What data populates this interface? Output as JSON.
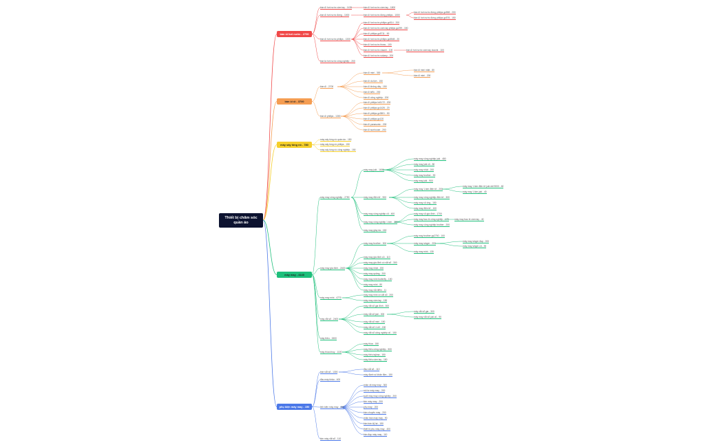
{
  "root": "Thiết bị chăm sóc quần áo",
  "colors": {
    "c1": "#f04848",
    "c2": "#f59d52",
    "c3": "#f5cf2a",
    "c4": "#1ebf7b",
    "c5": "#4b78e8"
  },
  "categories": [
    {
      "label": "bàn ủi hơi nước - 2790",
      "color": "#f04848",
      "text_color": "#ffffff"
    },
    {
      "label": "bàn ủi ủi - 3700",
      "color": "#f59d52",
      "text_color": "#222222"
    },
    {
      "label": "máy sấy tóng nồ - 780",
      "color": "#f5cf2a",
      "text_color": "#222222"
    },
    {
      "label": "máy may - 4140",
      "color": "#1ebf7b",
      "text_color": "#222222"
    },
    {
      "label": "phụ kiện máy may - 150",
      "color": "#4b78e8",
      "text_color": "#ffffff"
    }
  ],
  "red_nodes": [
    "bàn ủi hơi nước cầm tay - 1430",
    "bàn ủi hơi nước cầm tay - 1800",
    "bàn ủi hơi nước đứng - 1000",
    "bàn ủi hơi nước đứng philips - 1000",
    "bàn ủi hơi nước đứng philips gc558 - 200",
    "bàn ủi hơi nước đứng philips gc576 - 150",
    "bàn ủi hơi nước philips - 1330",
    "bàn ủi hơi nước philips gc514 - 200",
    "bàn ủi hơi nước cầm tay philips gc299 - 150",
    "bàn ủi philips gc8711 - 90",
    "bàn ủi hơi nước philips gc8545 - 20",
    "bàn ủi hơi nước tiross - 100",
    "bàn ủi hơi nước xiaomi - 100",
    "bàn ủi hơi nước cầm tay xiaomi - 100",
    "bàn ủi hơi nước sokany - 200",
    "bàn là hơi nước công nghiệp - 200"
  ],
  "orange_nodes": [
    "bàn ủi - 2700",
    "bàn ủi mini - 300",
    "bàn ủi mini nhật - 80",
    "bàn ủi mini - 200",
    "bàn ủi du lịch - 150",
    "bàn ủi không dây - 150",
    "bàn ủi kiểu - 200",
    "bàn ủi công nghiệp - 200",
    "bàn ủi philips - 1300",
    "bàn ủi philips hd1172 - 200",
    "bàn ủi philips gc1426 - 20",
    "bàn ủi philips gc3801 - 50",
    "bàn ủi philips gc120",
    "bàn ủi panasonic - 200",
    "bàn ủi sunhouse - 200"
  ],
  "yellow_nodes": [
    "máy sấy tóng nồ quần áo - 150",
    "máy sấy tóng nồ philips - 150",
    "máy sấy tóng nồ công nghiệp - 150"
  ],
  "green_nodes": [
    "máy may công nghiệp - 2750",
    "máy may juki - 1600",
    "máy may công nghiệp juki - 480",
    "máy may juki cũ - 80",
    "máy may nhật - 200",
    "máy may brother - 90",
    "máy may juki - 900",
    "máy may điện tử - 900",
    "máy may 1 kim điện tử - 200",
    "máy may 1 kim điện tử juki ddl 9000 - 60",
    "máy may 1 kim juki - 40",
    "máy may công nghiệp điện tử - 300",
    "máy may cũ ống - 150",
    "máy may điện tử - 100",
    "máy may công nghiệp cũ - 400",
    "máy may cũ gia đình - 1700",
    "máy may bao bì công nghiệp - 170",
    "máy may bao bì cầm tay - 40",
    "máy may công nghiệp brother - 200",
    "máy may công nghiệp 1 kim - 200",
    "máy may giày da - 150",
    "máy may gia đình - 2400",
    "máy may brother - 300",
    "máy may brother gs2700 - 100",
    "máy may singer - 200",
    "máy may singer đạp - 200",
    "máy may singer cũ - 90",
    "máy may mini - 130",
    "máy may gia đình cũ - 110",
    "máy may gia đình có vắt sổ - 300",
    "máy may nhật - 200",
    "máy may quảng - 200",
    "máy may mini butterfly - 150",
    "máy may mini - 80",
    "máy may vắt điểm - 11",
    "máy may mini - 4770",
    "máy may mini có vắt sổ - 200",
    "máy may cầm tay - 150",
    "máy vắt sổ - 2400",
    "máy vắt sổ gia đình - 300",
    "máy vắt sổ juki - 300",
    "máy vắt sổ gia - 300",
    "máy may vắt sổ juki cũ - 90",
    "máy vắt sổ mini - 150",
    "máy vắt sổ 4 chỉ - 150",
    "máy vắt sổ công nghiệp cũ - 150",
    "máy thêu - 1500",
    "máy thùa khuy - 1100",
    "máy thùa - 150",
    "máy thêu công nghiệp - 500",
    "máy thêu tajima - 150",
    "máy thêu cầm tay - 150"
  ],
  "blue_nodes": [
    "bàn vắt sổ - 1300",
    "đầu vắt sổ - 110",
    "máy đánh số khăn tắm - 150",
    "đầu máy khâu - 400",
    "linh kiện máy may - 400",
    "chân vịt máy may - 300",
    "mô tơ máy may - 200",
    "suốt máy may công nghiệp - 200",
    "kim máy may - 200",
    "phụ máy - 200",
    "bàn chuyên may - 200",
    "chân bàn máy may - 90",
    "bàn bàn kỹ lại - 150",
    "thiết bị phụ máy may - 400",
    "bàn đạp máy may - 110",
    "kim máy vắt sổ - 110"
  ]
}
